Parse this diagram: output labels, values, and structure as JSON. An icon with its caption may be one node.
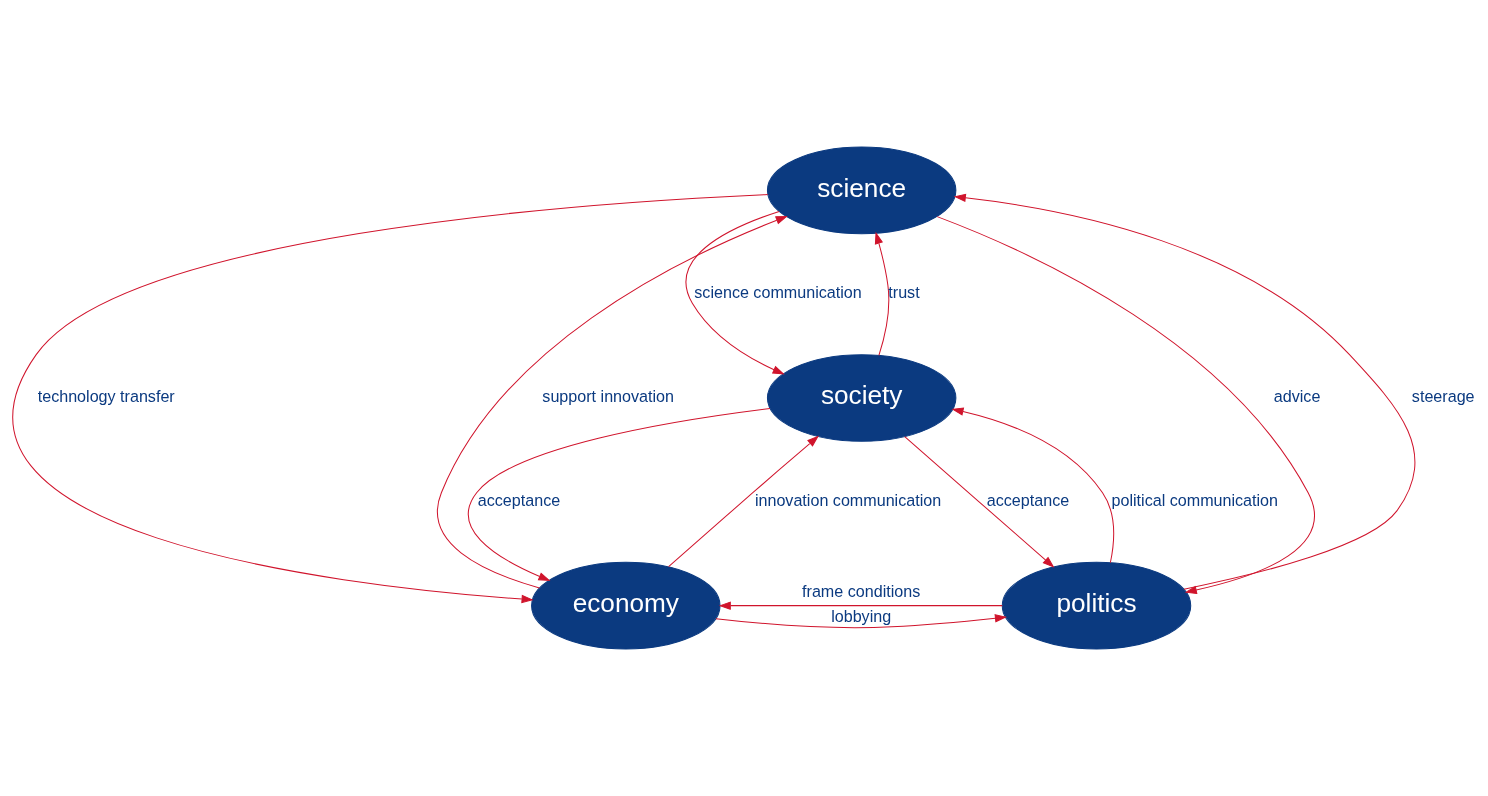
{
  "diagram": {
    "nodes": [
      {
        "text": [
          "science"
        ]
      },
      {
        "text": [
          "society"
        ]
      },
      {
        "text": [
          "economy"
        ]
      },
      {
        "text": [
          "politics"
        ]
      }
    ],
    "edges": [
      {
        "from": 0,
        "to": 2,
        "arrow": "to",
        "label": "technology transfer"
      },
      {
        "from": 2,
        "to": 0,
        "arrow": "to",
        "label": "support innovation"
      },
      {
        "from": 0,
        "to": 1,
        "arrow": "to",
        "label": "science communication"
      },
      {
        "from": 1,
        "to": 0,
        "arrow": "to",
        "label": "trust"
      },
      {
        "from": 0,
        "to": 3,
        "arrow": "to",
        "label": "advice"
      },
      {
        "from": 3,
        "to": 0,
        "arrow": "to",
        "label": "steerage"
      },
      {
        "from": 1,
        "to": 2,
        "arrow": "to",
        "label": "acceptance"
      },
      {
        "from": 2,
        "to": 1,
        "arrow": "to",
        "label": "innovation communication"
      },
      {
        "from": 3,
        "to": 1,
        "arrow": "to",
        "label": "political communication"
      },
      {
        "from": 1,
        "to": 3,
        "arrow": "to",
        "label": "acceptance"
      },
      {
        "from": 3,
        "to": 2,
        "arrow": "to",
        "label": "frame conditions"
      },
      {
        "from": 2,
        "to": 3,
        "arrow": "to",
        "label": "lobbying"
      }
    ]
  }
}
